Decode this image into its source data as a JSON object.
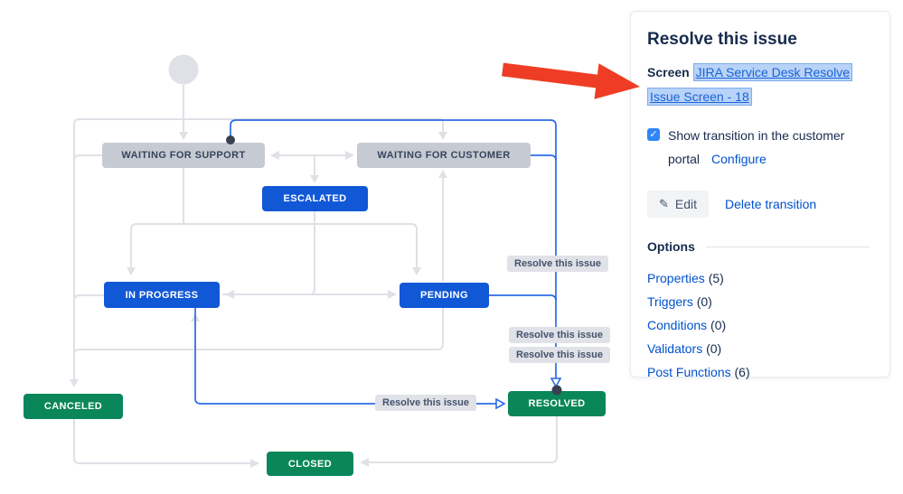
{
  "panel": {
    "title": "Resolve this issue",
    "screen_label": "Screen",
    "screen_link": "JIRA Service Desk Resolve Issue Screen - 18",
    "checkbox_label": "Show transition in the customer portal",
    "checkbox_checked": true,
    "configure_label": "Configure",
    "edit_label": "Edit",
    "delete_label": "Delete transition",
    "options": {
      "heading": "Options",
      "items": [
        {
          "label": "Properties",
          "count": "(5)"
        },
        {
          "label": "Triggers",
          "count": "(0)"
        },
        {
          "label": "Conditions",
          "count": "(0)"
        },
        {
          "label": "Validators",
          "count": "(0)"
        },
        {
          "label": "Post Functions",
          "count": "(6)"
        }
      ]
    }
  },
  "diagram": {
    "transition_label": "Resolve this issue",
    "nodes": {
      "waiting_for_support": "WAITING FOR SUPPORT",
      "waiting_for_customer": "WAITING FOR CUSTOMER",
      "escalated": "ESCALATED",
      "in_progress": "IN PROGRESS",
      "pending": "PENDING",
      "canceled": "CANCELED",
      "resolved": "RESOLVED",
      "closed": "CLOSED"
    },
    "colors": {
      "status_gray": "#c6cbd3",
      "status_blue": "#1158d6",
      "status_green": "#0a875a",
      "line_gray": "#dfe1e6",
      "selected_transition_blue": "#2c6ce5",
      "link_blue": "#0052cc",
      "annotation_arrow_red": "#ee3d24",
      "selection_highlight": "#b8d3f8"
    }
  }
}
